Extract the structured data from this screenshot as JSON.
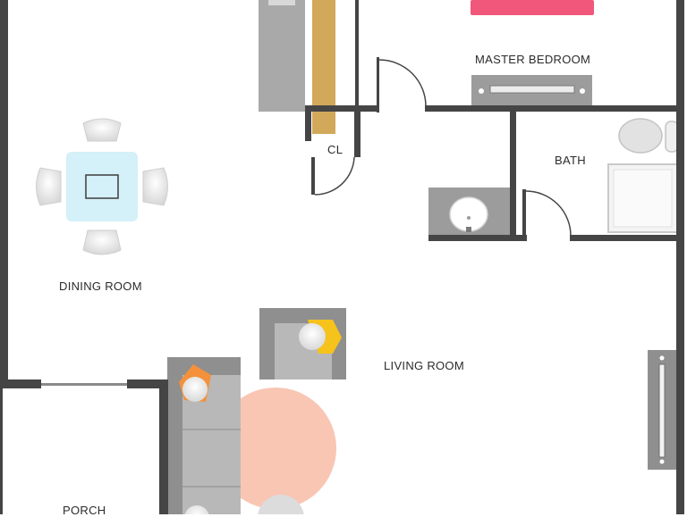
{
  "rooms": {
    "master_bedroom": "MASTER BEDROOM",
    "closet": "CL",
    "bath": "BATH",
    "dining_room": "DINING ROOM",
    "living_room": "LIVING ROOM",
    "porch": "PORCH"
  },
  "colors": {
    "wall": "#454545",
    "furniture": "#a9a9a9",
    "furniture_dark": "#8f8f8f",
    "closet_shelf": "#d2a85a",
    "bed_accent": "#f0577a",
    "rug": "#f9c6b4",
    "table_glass": "#cfeef7",
    "chair_accent_yellow": "#f6c21c",
    "chair_accent_orange": "#f4913a"
  }
}
